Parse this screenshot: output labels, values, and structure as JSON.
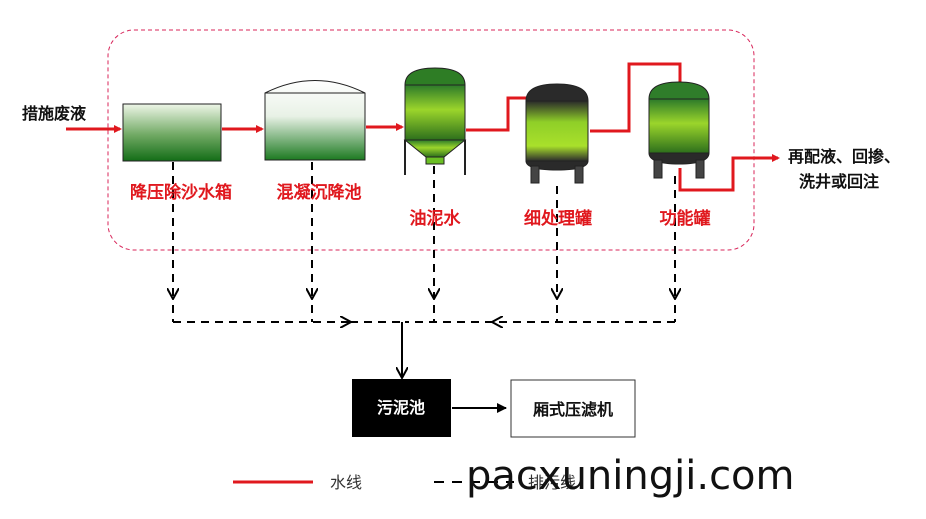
{
  "input": {
    "label": "措施废液"
  },
  "output": {
    "line1": "再配液、回掺、",
    "line2": "洗井或回注"
  },
  "units": [
    {
      "id": "tank1",
      "label": "降压除沙水箱"
    },
    {
      "id": "tank2",
      "label": "混凝沉降池"
    },
    {
      "id": "tank3",
      "label": "油泥水"
    },
    {
      "id": "tank4",
      "label": "细处理罐"
    },
    {
      "id": "tank5",
      "label": "功能罐"
    }
  ],
  "sludge_pool": {
    "label": "污泥池"
  },
  "filter_press": {
    "label": "厢式压滤机"
  },
  "legend": {
    "water_line": "水线",
    "sludge_line": "排污线"
  },
  "watermark": "pacxuningji.com",
  "colors": {
    "water": "#e0181e",
    "tank_dark": "#1d6e1d",
    "tank_light": "#9be22a",
    "sludge": "#000000"
  }
}
